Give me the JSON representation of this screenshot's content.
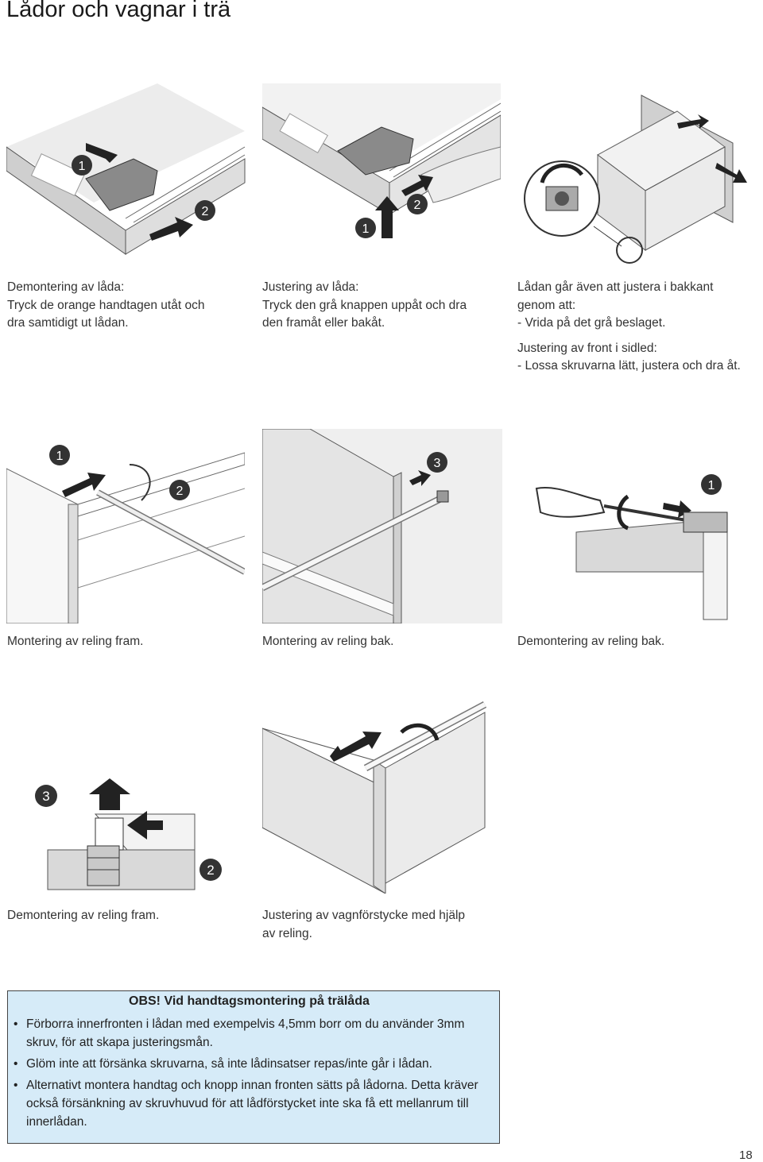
{
  "page_title": "Lådor och vagnar i trä",
  "figures": [
    {
      "lines": [
        "Demontering av låda:",
        "Tryck de orange handtagen utåt och",
        "dra samtidigt ut lådan."
      ]
    },
    {
      "lines": [
        "Justering av låda:",
        "Tryck den grå knappen uppåt och dra",
        "den framåt eller bakåt."
      ]
    },
    {
      "lines": [
        "Lådan går även att justera i bakkant",
        "genom att:",
        "- Vrida på det grå beslaget.",
        "Justering av front i sidled:",
        "- Lossa skruvarna lätt, justera och dra åt."
      ]
    },
    {
      "lines": [
        "Montering av reling fram."
      ]
    },
    {
      "lines": [
        "Montering av reling bak."
      ]
    },
    {
      "lines": [
        "Demontering av reling bak."
      ]
    },
    {
      "lines": [
        "Demontering av reling fram."
      ]
    },
    {
      "lines": [
        "Justering av vagnförstycke med hjälp",
        "av reling."
      ]
    }
  ],
  "step_numbers": [
    "1",
    "2",
    "3"
  ],
  "obs": {
    "heading": "OBS! Vid handtagsmontering på trälåda",
    "items": [
      "Förborra innerfronten i lådan med exempelvis 4,5mm borr om du använder 3mm skruv, för att skapa justeringsmån.",
      "Glöm inte att försänka skruvarna, så inte lådinsatser repas/inte går i lådan.",
      "Alternativt montera handtag och knopp innan fronten sätts på lådorna. Detta kräver också försänkning av skruvhuvud för att lådförstycket inte ska få ett mellanrum till innerlådan."
    ]
  },
  "page_number": "18",
  "colors": {
    "obs_background": "#d6ebf8",
    "illustration_grey": "#d9d9d9",
    "badge": "#333333"
  }
}
